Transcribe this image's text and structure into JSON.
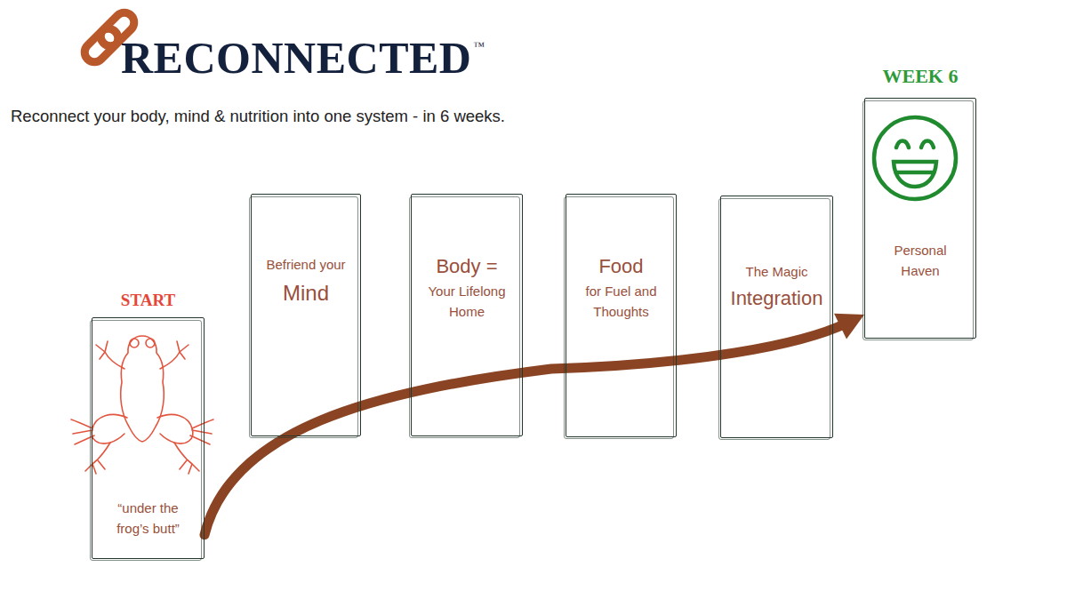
{
  "diagram": {
    "title": "RECONNECTED",
    "nodes": [
      {
        "text": [
          "START",
          "“under the frog’s butt”"
        ]
      },
      {
        "text": [
          "Befriend your",
          "Mind"
        ]
      },
      {
        "text": [
          "Body =",
          "Your Lifelong Home"
        ]
      },
      {
        "text": [
          "Food",
          "for Fuel and Thoughts"
        ]
      },
      {
        "text": [
          "The Magic",
          "Integration"
        ]
      },
      {
        "text": [
          "WEEK 6",
          "Personal Haven"
        ]
      }
    ],
    "edges": [
      {
        "from": 0,
        "to": 5,
        "arrow": "to"
      }
    ],
    "labels": [
      "™",
      "Reconnect your body, mind & nutrition into one system - in 6 weeks."
    ]
  }
}
